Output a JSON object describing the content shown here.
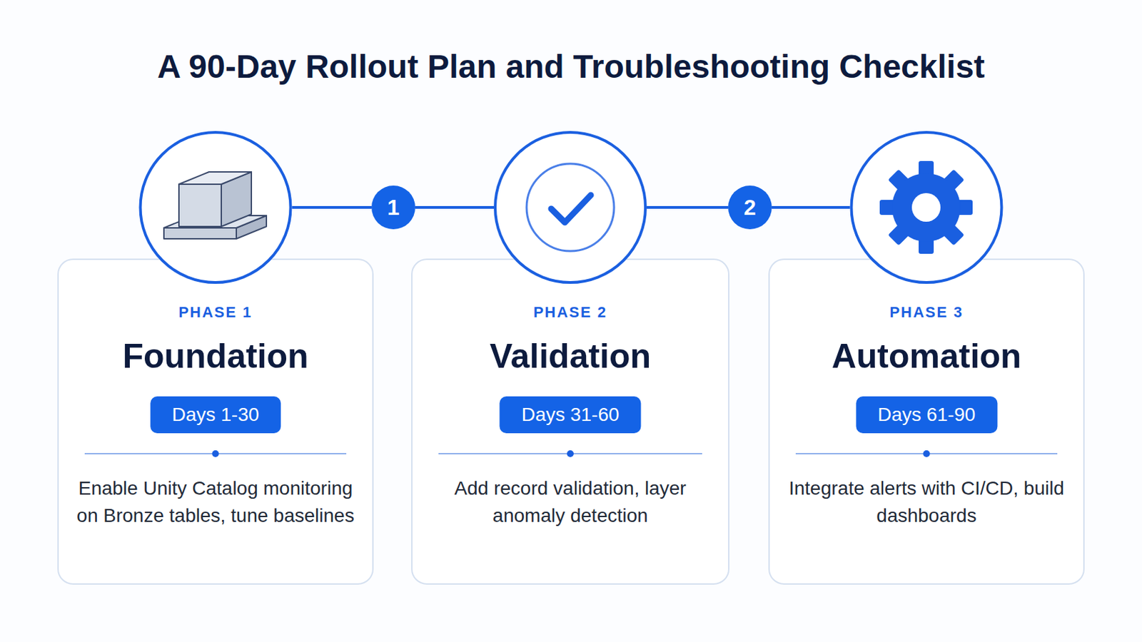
{
  "diagram": {
    "title": "A 90-Day Rollout Plan and Troubleshooting Checklist",
    "nodes": [
      {
        "text": [
          "PHASE 1",
          "Foundation",
          "Days 1-30",
          "Enable Unity Catalog monitoring on Bronze tables, tune baselines"
        ]
      },
      {
        "text": [
          "1"
        ]
      },
      {
        "text": [
          "PHASE 2",
          "Validation",
          "Days 31-60",
          "Add record validation, layer anomaly detection"
        ]
      },
      {
        "text": [
          "2"
        ]
      },
      {
        "text": [
          "PHASE 3",
          "Automation",
          "Days 61-90",
          "Integrate alerts with CI/CD, build dashboards"
        ]
      }
    ],
    "edges": [
      {
        "from": 0,
        "to": 1,
        "arrow": "none"
      },
      {
        "from": 1,
        "to": 2,
        "arrow": "none"
      },
      {
        "from": 2,
        "to": 3,
        "arrow": "none"
      },
      {
        "from": 3,
        "to": 4,
        "arrow": "none"
      }
    ]
  }
}
